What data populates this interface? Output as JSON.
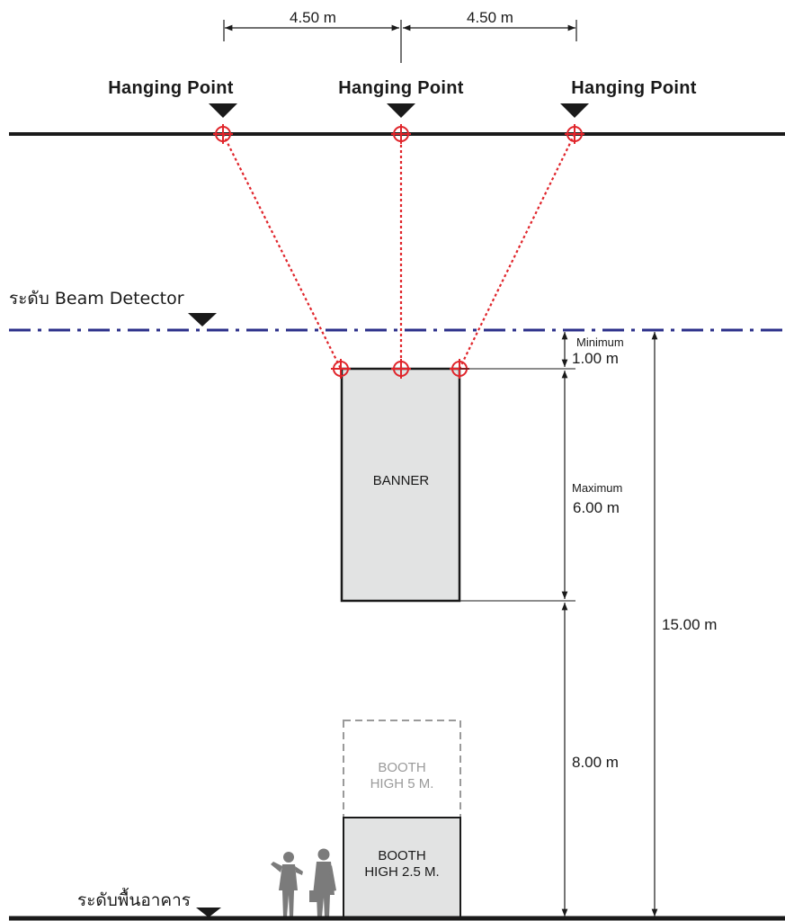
{
  "top_dimensions": {
    "left": "4.50 m",
    "right": "4.50 m"
  },
  "hanging_points": [
    "Hanging Point",
    "Hanging Point",
    "Hanging Point"
  ],
  "beam_detector_label": "ระดับ Beam Detector",
  "floor_label": "ระดับพื้นอาคาร",
  "banner_label": "BANNER",
  "booth_high5": {
    "line1": "BOOTH",
    "line2": "HIGH 5 M."
  },
  "booth_high25": {
    "line1": "BOOTH",
    "line2": "HIGH 2.5 M."
  },
  "clearance_min": {
    "caption": "Minimum",
    "value": "1.00 m"
  },
  "banner_max": {
    "caption": "Maximum",
    "value": "6.00 m"
  },
  "below_banner": "8.00 m",
  "total_height": "15.00 m",
  "colors": {
    "beam_line": "#2b2f8a",
    "cable": "#e0252b",
    "banner_fill": "#e2e3e3",
    "structure": "#1a1a1a"
  }
}
